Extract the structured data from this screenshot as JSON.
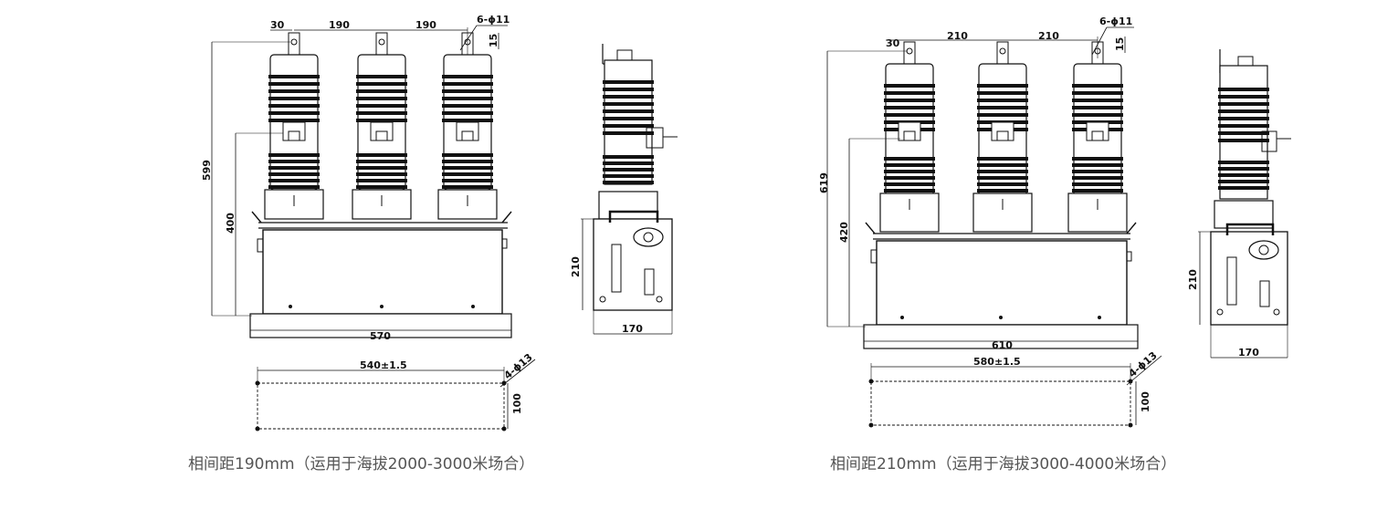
{
  "left": {
    "pitch": "190",
    "edge_offset": "30",
    "hole_note": "6-ϕ11",
    "terminal_height": "15",
    "total_height": "599",
    "mid_height": "400",
    "base_width": "570",
    "side_height": "210",
    "side_width": "170",
    "mount_width": "540±1.5",
    "mount_hole_note": "4-ϕ13",
    "mount_depth": "100",
    "caption": "相间距190mm（运用于海拔2000-3000米场合）"
  },
  "right": {
    "pitch": "210",
    "edge_offset": "30",
    "hole_note": "6-ϕ11",
    "terminal_height": "15",
    "total_height": "619",
    "mid_height": "420",
    "base_width": "610",
    "side_height": "210",
    "side_width": "170",
    "mount_width": "580±1.5",
    "mount_hole_note": "4-ϕ13",
    "mount_depth": "100",
    "caption": "相间距210mm（运用于海拔3000-4000米场合）"
  }
}
